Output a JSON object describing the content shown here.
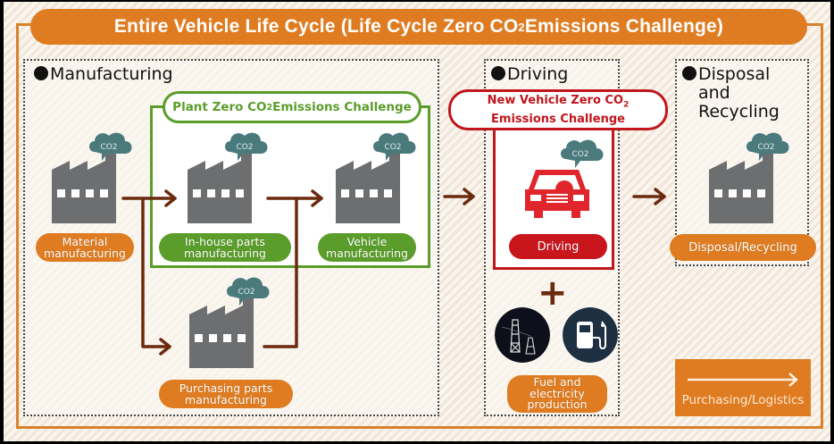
{
  "title": {
    "prefix": "Entire Vehicle Life Cycle (Life Cycle Zero CO",
    "sub": "2",
    "suffix": " Emissions Challenge)"
  },
  "colors": {
    "orange": "#df7c21",
    "green": "#5a9d2a",
    "red": "#c0161c",
    "arrow": "#6b2a0e",
    "factory": "#6d6e70",
    "cloud": "#4a7a7c"
  },
  "sections": {
    "manufacturing": {
      "title": "Manufacturing",
      "plant_challenge": {
        "prefix": "Plant Zero CO",
        "sub": "2",
        "suffix": " Emissions Challenge"
      },
      "stages": [
        {
          "label_line1": "Material",
          "label_line2": "manufacturing",
          "cloud": "CO2",
          "color": "orange"
        },
        {
          "label_line1": "In-house parts",
          "label_line2": "manufacturing",
          "cloud": "CO2",
          "color": "green"
        },
        {
          "label_line1": "Vehicle",
          "label_line2": "manufacturing",
          "cloud": "CO2",
          "color": "green"
        },
        {
          "label_line1": "Purchasing parts",
          "label_line2": "manufacturing",
          "cloud": "CO2",
          "color": "orange"
        }
      ]
    },
    "driving": {
      "title": "Driving",
      "challenge": {
        "line1_prefix": "New Vehicle Zero CO",
        "line1_sub": "2",
        "line2": "Emissions Challenge"
      },
      "stage_label": "Driving",
      "cloud": "CO2",
      "plus": "+",
      "energy_icons": [
        "power-tower-icon",
        "fuel-pump-icon"
      ],
      "energy_label": [
        "Fuel and",
        "electricity",
        "production"
      ]
    },
    "disposal": {
      "title_lines": [
        "Disposal",
        "and",
        "Recycling"
      ],
      "stage_label": "Disposal/Recycling",
      "cloud": "CO2"
    }
  },
  "legend": {
    "label": "Purchasing/Logistics",
    "icon": "arrow-right-icon"
  }
}
